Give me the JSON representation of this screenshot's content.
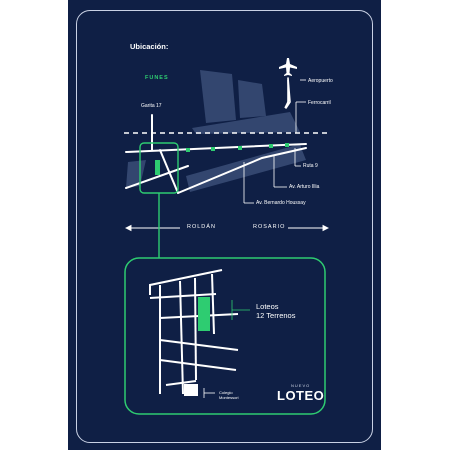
{
  "title": "Ubicación:",
  "labels": {
    "funes": "FUNES",
    "garita": "Garita 17",
    "aeropuerto": "Aeropuerto",
    "ferrocarril": "Ferrocarril",
    "ruta9": "Ruta 9",
    "illia": "Av. Arturo Illia",
    "houssay": "Av. Bernardo Houssay",
    "roldan": "ROLDÁN",
    "rosario": "ROSARIO",
    "loteos_line1": "Loteos",
    "loteos_line2": "12 Terrenos",
    "colegio_line1": "Colegio",
    "colegio_line2": "Montessori"
  },
  "brand": {
    "small": "NUEVO",
    "big": "LOTEO"
  },
  "colors": {
    "background": "#0f1f45",
    "accent_green": "#2ecc71",
    "road_white": "#ffffff",
    "block_gray": "#33466f"
  },
  "icons": {
    "airport": "airplane-icon"
  }
}
